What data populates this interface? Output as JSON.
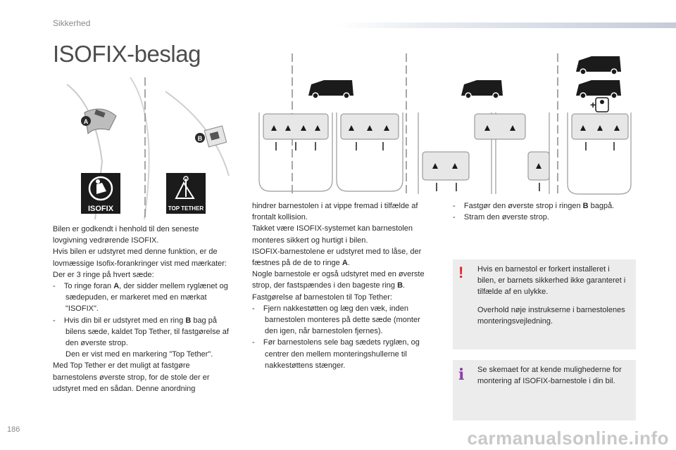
{
  "header": {
    "section": "Sikkerhed",
    "title": "ISOFIX-beslag"
  },
  "illustration": {
    "ring_a": "A",
    "ring_b": "B",
    "isofix_label": "ISOFIX",
    "top_tether_label": "TOP TETHER"
  },
  "col1": {
    "p1": "Bilen er godkendt i henhold til den seneste lovgivning vedrørende ISOFIX.",
    "p2": "Hvis bilen er udstyret med denne funktion, er de lovmæssige Isofix-forankringer vist med mærkater:",
    "p3": "Der er 3 ringe på hvert sæde:",
    "li1_pre": "To ringe foran ",
    "li1_b": "A",
    "li1_post": ", der sidder mellem ryglænet og sædepuden, er markeret med en mærkat \"ISOFIX\".",
    "li2_pre": "Hvis din bil er udstyret med en ring ",
    "li2_b": "B",
    "li2_post": " bag på bilens sæde, kaldet Top Tether, til fastgørelse af den øverste strop.",
    "li2_b2": "Den er vist med en markering \"Top Tether\".",
    "p4": "Med Top Tether er det muligt at fastgøre barnestolens øverste strop, for de stole der er udstyret med en sådan. Denne anordning"
  },
  "col2": {
    "p1": "hindrer barnestolen i at vippe fremad i tilfælde af frontalt kollision.",
    "p2": "Takket være ISOFIX-systemet kan barnestolen monteres sikkert og hurtigt i bilen.",
    "p3_pre": "ISOFIX-barnestolene er udstyret med to låse, der fæstnes på de de to ringe ",
    "p3_b": "A",
    "p3_post": ".",
    "p4_pre": "Nogle barnestole er også udstyret med en øverste strop, der fastspændes i den bageste ring ",
    "p4_b": "B",
    "p4_post": ".",
    "p5": "Fastgørelse af barnestolen til Top Tether:",
    "li1": "Fjern nakkestøtten og læg den væk, inden barnestolen monteres på dette sæde (monter den igen, når barnestolen fjernes).",
    "li2": "Før barnestolens sele bag sædets ryglæn, og centrer den mellem monteringshullerne til nakkestøttens stænger."
  },
  "col3": {
    "li1_pre": "Fastgør den øverste strop i ringen ",
    "li1_b": "B",
    "li1_post": " bagpå.",
    "li2": "Stram den øverste strop."
  },
  "warning_box": {
    "icon": "!",
    "p1": "Hvis en barnestol er forkert installeret i bilen, er barnets sikkerhed ikke garanteret i tilfælde af en ulykke.",
    "p2": "Overhold nøje instrukserne i barnestolenes monteringsvejledning."
  },
  "info_box": {
    "icon": "i",
    "p1": "Se skemaet for at kende mulighederne for montering af ISOFIX-barnestole i din bil."
  },
  "footer": {
    "page_number": "186",
    "watermark": "carmanualsonline.info"
  },
  "colors": {
    "warning_red": "#e0242c",
    "info_purple": "#8a3fa6",
    "box_gray": "#ececec"
  }
}
